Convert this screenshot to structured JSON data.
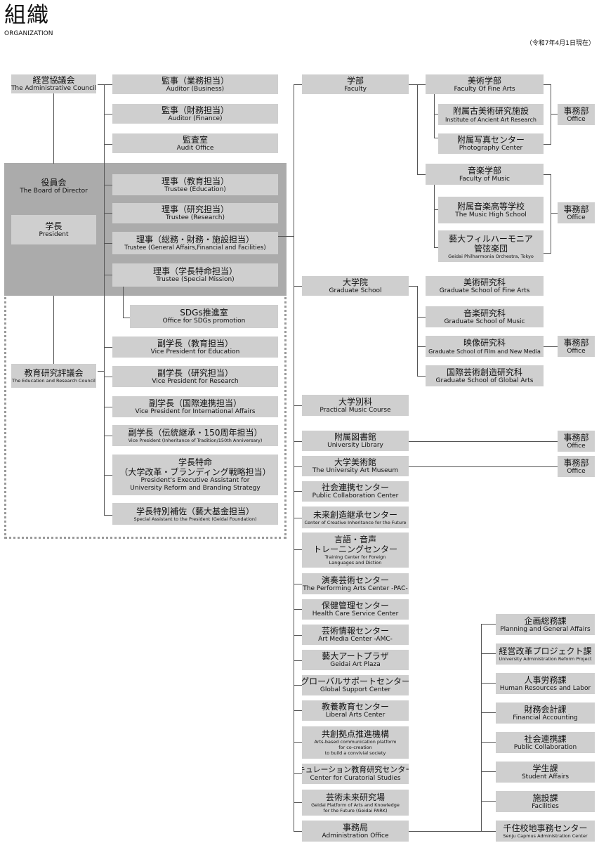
{
  "header": {
    "title": "組織",
    "subtitle": "ORGANIZATION",
    "date": "（令和7年4月1日現在）"
  },
  "left": {
    "admin_council": {
      "jp": "経営協議会",
      "en": "The Administrative Council"
    },
    "board": {
      "jp": "役員会",
      "en": "The Board of Director"
    },
    "president": {
      "jp": "学長",
      "en": "President"
    },
    "edu_council": {
      "jp": "教育研究評議会",
      "en": "The Education and Research Council"
    }
  },
  "middle": [
    {
      "jp": "監事（業務担当）",
      "en": "Auditor (Business)"
    },
    {
      "jp": "監事（財務担当）",
      "en": "Auditor (Finance)"
    },
    {
      "jp": "監査室",
      "en": "Audit Office"
    },
    {
      "jp": "理事（教育担当）",
      "en": "Trustee (Education)"
    },
    {
      "jp": "理事（研究担当）",
      "en": "Trustee (Research)"
    },
    {
      "jp": "理事（総務・財務・施設担当）",
      "en": "Trustee (General Affairs,Financial and Facilities)"
    },
    {
      "jp": "理事（学長特命担当）",
      "en": "Trustee (Special Mission)"
    },
    {
      "jp": "SDGs推進室",
      "en": "Office for SDGs promotion"
    },
    {
      "jp": "副学長（教育担当）",
      "en": "Vice President for Education"
    },
    {
      "jp": "副学長（研究担当）",
      "en": "Vice President for Research"
    },
    {
      "jp": "副学長（国際連携担当）",
      "en": "Vice President for International Affairs"
    },
    {
      "jp": "副学長（伝統継承・150周年担当）",
      "en": "Vice President (Inheritance of Tradition/150th Anniversary)"
    },
    {
      "jp1": "学長特命",
      "jp2": "（大学改革・ブランディング戦略担当）",
      "en1": "President's Executive Assistant for",
      "en2": "University Reform and Branding Strategy"
    },
    {
      "jp": "学長特別補佐（藝大基金担当）",
      "en": "Special Assistant to the President (Geidai Foundation)"
    }
  ],
  "third": [
    {
      "jp": "学部",
      "en": "Faculty"
    },
    {
      "jp": "大学院",
      "en": "Graduate School"
    },
    {
      "jp": "大学別科",
      "en": "Practical Music Course"
    },
    {
      "jp": "附属図書館",
      "en": "University Library"
    },
    {
      "jp": "大学美術館",
      "en": "The University Art Museum"
    },
    {
      "jp": "社会連携センター",
      "en": "Public Collaboration Center"
    },
    {
      "jp": "未来創造継承センター",
      "en": "Center of Creative Inheritance for the Future"
    },
    {
      "jp1": "言語・音声",
      "jp2": "トレーニングセンター",
      "en1": "Training Center for Foreign",
      "en2": "Languages and Diction"
    },
    {
      "jp": "演奏芸術センター",
      "en": "The Performing Arts Center -PAC-"
    },
    {
      "jp": "保健管理センター",
      "en": "Health Care Service Center"
    },
    {
      "jp": "芸術情報センター",
      "en": "Art Media Center -AMC-"
    },
    {
      "jp": "藝大アートプラザ",
      "en": "Geidai Art Plaza"
    },
    {
      "jp": "グローバルサポートセンター",
      "en": "Global Support Center"
    },
    {
      "jp": "教養教育センター",
      "en": "Liberal Arts Center"
    },
    {
      "jp": "共創拠点推進機構",
      "en1": "Arts-based communication platform",
      "en2": "for co-creation",
      "en3": "to build a convivial society"
    },
    {
      "jp": "キュレーション教育研究センター",
      "en": "Center for Curatorial Studies"
    },
    {
      "jp": "芸術未来研究場",
      "en1": "Geidai Platform of Arts and Knowledge",
      "en2": "for the Future (Geidai PARK)"
    },
    {
      "jp": "事務局",
      "en": "Administration Office"
    }
  ],
  "fourth": [
    {
      "jp": "美術学部",
      "en": "Faculty Of Fine Arts"
    },
    {
      "jp": "附属古美術研究施設",
      "en": "Institute of Ancient Art Research"
    },
    {
      "jp": "附属写真センター",
      "en": "Photography Center"
    },
    {
      "jp": "音楽学部",
      "en": "Faculty of Music"
    },
    {
      "jp": "附属音楽高等学校",
      "en": "The Music High School"
    },
    {
      "jp1": "藝大フィルハーモニア",
      "jp2": "管弦楽団",
      "en": "Geidai Philharmonia Orchestra, Tokyo"
    },
    {
      "jp": "美術研究科",
      "en": "Graduate School of Fine Arts"
    },
    {
      "jp": "音楽研究科",
      "en": "Graduate School of Music"
    },
    {
      "jp": "映像研究科",
      "en": "Graduate School of Film and New Media"
    },
    {
      "jp": "国際芸術創造研究科",
      "en": "Graduate School of Global Arts"
    }
  ],
  "office": {
    "jp": "事務部",
    "en": "Office"
  },
  "admin_divisions": [
    {
      "jp": "企画総務課",
      "en": "Planning and General Affairs"
    },
    {
      "jp": "経営改革プロジェクト課",
      "en": "University Administration Reform Project"
    },
    {
      "jp": "人事労務課",
      "en": "Human Resources and Labor"
    },
    {
      "jp": "財務会計課",
      "en": "Financial Accounting"
    },
    {
      "jp": "社会連携課",
      "en": "Public Collaboration"
    },
    {
      "jp": "学生課",
      "en": "Student Affairs"
    },
    {
      "jp": "施設課",
      "en": "Facilities"
    },
    {
      "jp": "千住校地事務センター",
      "en": "Senju Capmus Administration Center"
    }
  ]
}
